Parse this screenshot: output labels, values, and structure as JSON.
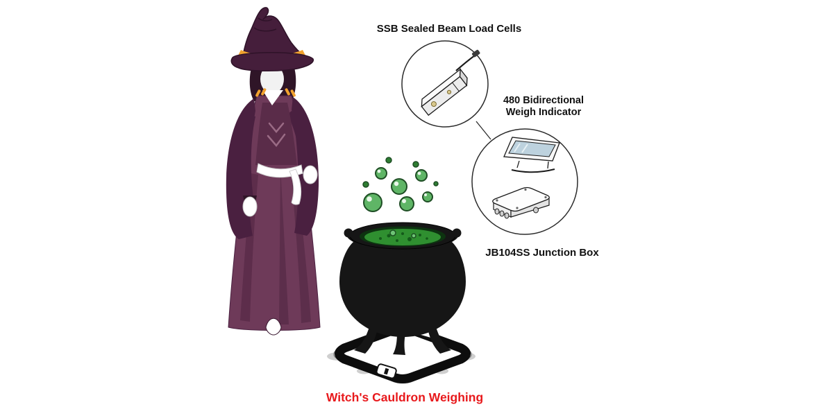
{
  "scene": {
    "title": "Witch's Cauldron Weighing",
    "title_color": "#e8191c"
  },
  "callouts": {
    "load_cells": {
      "label": "SSB Sealed Beam Load Cells"
    },
    "weigh_indicator": {
      "line1": "480 Bidirectional",
      "line2": "Weigh Indicator"
    },
    "junction_box": {
      "label": "JB104SS Junction Box"
    }
  },
  "illustration": {
    "witch": {
      "robe_color": "#6e3a59",
      "cape_color": "#4a2040",
      "hat_color": "#451e3b",
      "hat_band_color": "#f2a22e"
    },
    "cauldron": {
      "body_color": "#161616",
      "potion_color": "#2f8f30",
      "bubble_color": "#5fb566"
    },
    "scale_platform": {
      "frame_color": "#0d0d0d"
    }
  }
}
